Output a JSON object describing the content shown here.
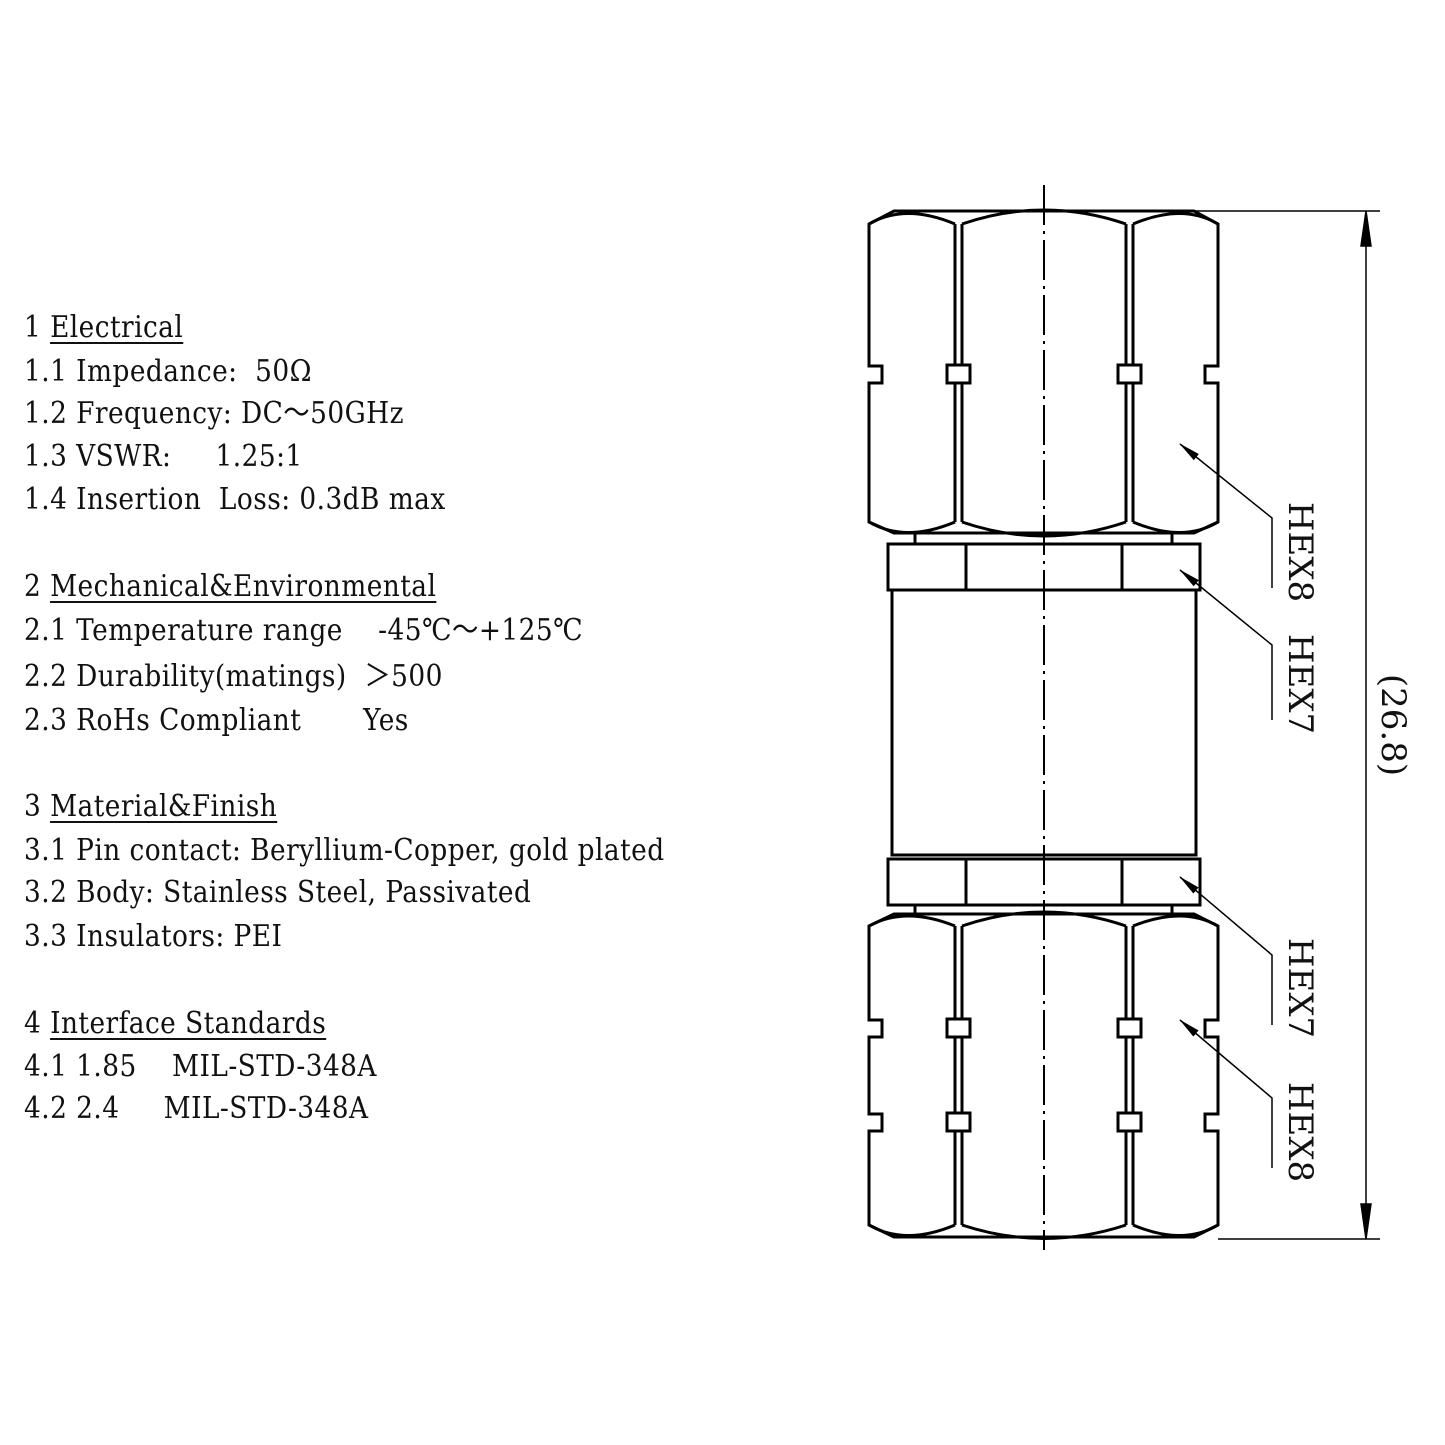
{
  "sections": [
    {
      "number": "1",
      "title": "Electrical",
      "items": [
        {
          "num": "1.1",
          "label": "Impedance:",
          "value": "50Ω"
        },
        {
          "num": "1.2",
          "label": "Frequency:",
          "value": "DC～50GHz"
        },
        {
          "num": "1.3",
          "label": "VSWR:",
          "value": "1.25:1"
        },
        {
          "num": "1.4",
          "label": "Insertion  Loss:",
          "value": "0.3dB max"
        }
      ]
    },
    {
      "number": "2",
      "title": "Mechanical&Environmental",
      "items": [
        {
          "num": "2.1",
          "label": "Temperature range",
          "value": "-45℃～+125℃"
        },
        {
          "num": "2.2",
          "label": "Durability(matings)",
          "value": "＞500"
        },
        {
          "num": "2.3",
          "label": "RoHs Compliant",
          "value": "Yes"
        }
      ]
    },
    {
      "number": "3",
      "title": "Material&Finish",
      "items": [
        {
          "num": "3.1",
          "label": "Pin contact:",
          "value": "Beryllium-Copper, gold plated"
        },
        {
          "num": "3.2",
          "label": "Body:",
          "value": "Stainless Steel, Passivated"
        },
        {
          "num": "3.3",
          "label": "Insulators:",
          "value": "PEI"
        }
      ]
    },
    {
      "number": "4",
      "title": "Interface Standards",
      "items": [
        {
          "num": "4.1",
          "label": "1.85",
          "value": "MIL-STD-348A"
        },
        {
          "num": "4.2",
          "label": "2.4",
          "value": "MIL-STD-348A"
        }
      ]
    }
  ],
  "drawing": {
    "labels": {
      "hex_top_outer": "HEX8",
      "hex_top_inner": "HEX7",
      "hex_bottom_inner": "HEX7",
      "hex_bottom_outer": "HEX8"
    },
    "overall_length": "(26.8)",
    "line_color": "#000000"
  },
  "text_lines": {
    "s1_head_num": "1",
    "s1_l1": "1.1 Impedance:  50Ω",
    "s1_l2": "1.2 Frequency: DC～50GHz",
    "s1_l3": "1.3 VSWR:     1.25:1",
    "s1_l4": "1.4 Insertion  Loss: 0.3dB max",
    "s2_head_num": "2",
    "s2_l1": "2.1 Temperature range    -45℃～+125℃",
    "s2_l2": "2.2 Durability(matings)  ＞500",
    "s2_l3": "2.3 RoHs Compliant       Yes",
    "s3_head_num": "3",
    "s3_l1": "3.1 Pin contact: Beryllium-Copper, gold plated",
    "s3_l2": "3.2 Body: Stainless Steel, Passivated",
    "s3_l3": "3.3 Insulators: PEI",
    "s4_head_num": "4",
    "s4_l1": "4.1 1.85    MIL-STD-348A",
    "s4_l2": "4.2 2.4     MIL-STD-348A"
  }
}
